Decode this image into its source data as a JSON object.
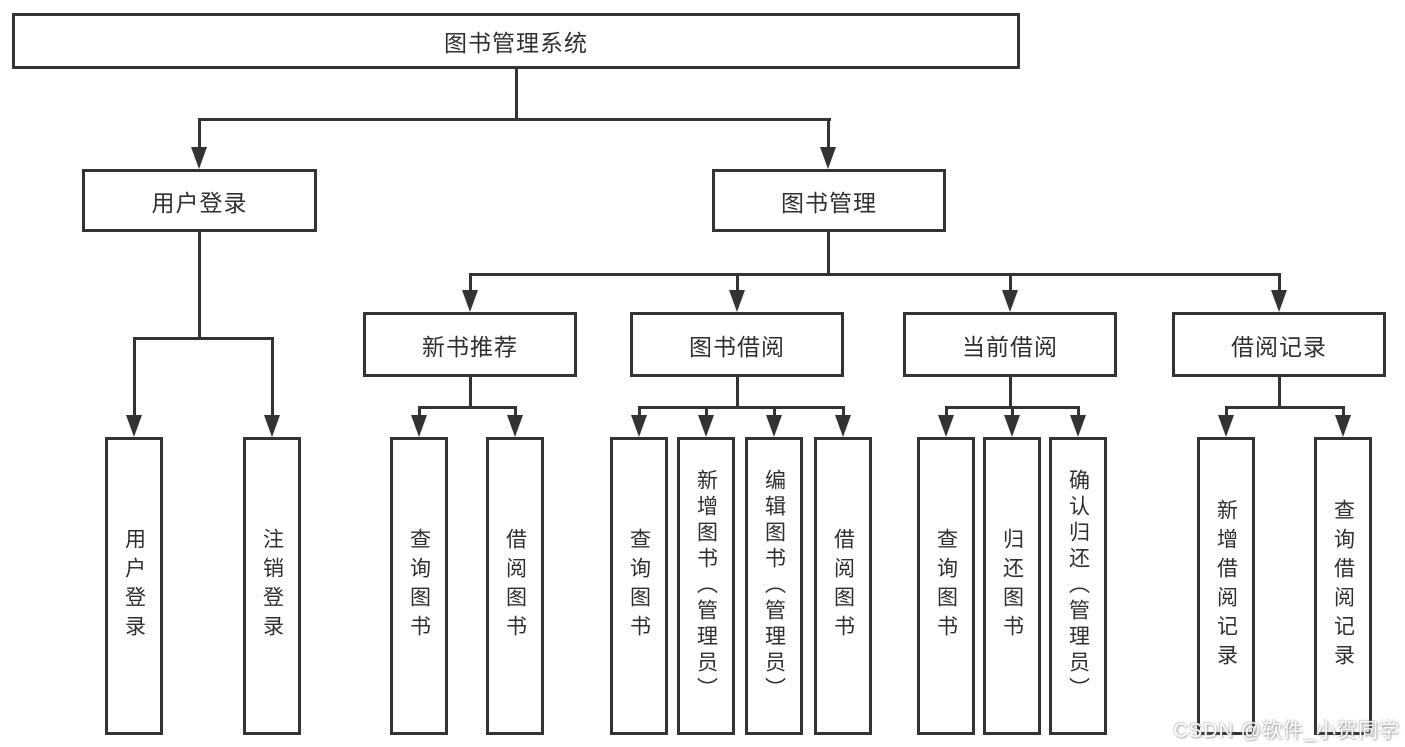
{
  "colors": {
    "line": "#333333",
    "text": "#2f2f2f",
    "background": "#ffffff",
    "watermark": "#ffffff"
  },
  "nodes": {
    "root": "图书管理系统",
    "user_login": "用户登录",
    "book_mgmt": "图书管理",
    "new_book_rec": "新书推荐",
    "book_borrow": "图书借阅",
    "current_borrow": "当前借阅",
    "borrow_records": "借阅记录",
    "leaf_user_login": "用户登录",
    "leaf_logout": "注销登录",
    "rec_query_book": "查询图书",
    "rec_borrow_book": "借阅图书",
    "bb_query_book": "查询图书",
    "bb_add_book": "新增图书（管理员）",
    "bb_edit_book": "编辑图书（管理员）",
    "bb_borrow_book": "借阅图书",
    "cb_query_book": "查询图书",
    "cb_return_book": "归还图书",
    "cb_confirm_return": "确认归还（管理员）",
    "br_add_record": "新增借阅记录",
    "br_query_record": "查询借阅记录"
  },
  "watermark": {
    "text": "CSDN @软件_小贺同学"
  }
}
